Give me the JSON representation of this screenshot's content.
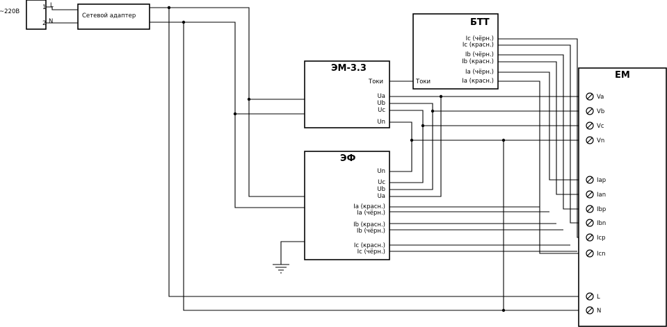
{
  "mains": {
    "label": "~220В",
    "pin1": "1",
    "pin2": "2",
    "L": "L",
    "N": "N"
  },
  "adapter": {
    "label": "Сетевой адаптер"
  },
  "btt": {
    "title": "БТТ",
    "pins": [
      "Ic (чёрн.)",
      "Ic (красн.)",
      "Ib (чёрн.)",
      "Ib (красн.)",
      "Ia (чёрн.)",
      "Ia (красн.)"
    ],
    "current": "Токи"
  },
  "em33": {
    "title": "ЭМ-3.3",
    "current": "Токи",
    "pins": [
      "Ua",
      "Ub",
      "Uc",
      "Un"
    ]
  },
  "ef": {
    "title": "ЭФ",
    "voltage_pins": [
      "Un",
      "Uc",
      "Ub",
      "Ua"
    ],
    "current_pins": [
      "Ia (красн.)",
      "Ia (чёрн.)",
      "Ib (красн.)",
      "Ib (чёрн.)",
      "Ic (красн.)",
      "Ic (чёрн.)"
    ]
  },
  "em": {
    "title": "ЕМ",
    "terminals": [
      "Va",
      "Vb",
      "Vc",
      "Vn",
      "Iap",
      "Ian",
      "Ibp",
      "Ibn",
      "Icp",
      "Icn",
      "L",
      "N"
    ]
  }
}
